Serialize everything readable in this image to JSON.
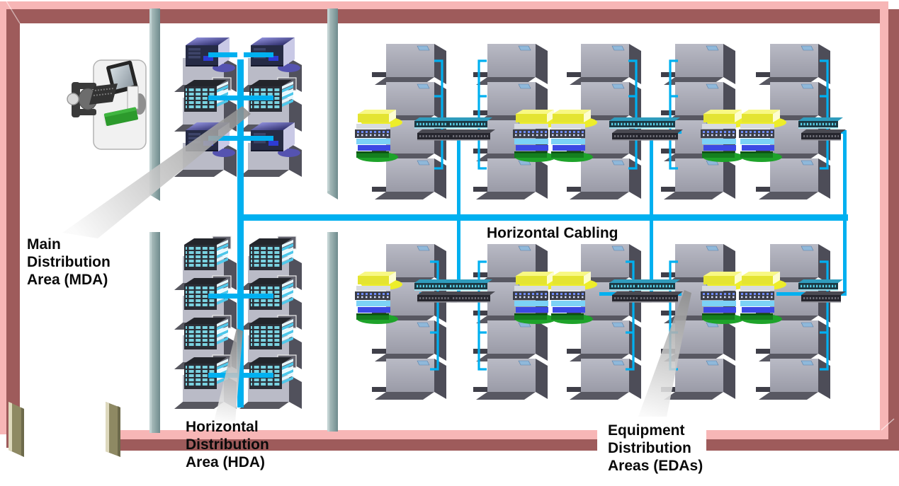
{
  "labels": {
    "mda": [
      "Main",
      "Distribution",
      "Area (MDA)"
    ],
    "hda": [
      "Horizontal",
      "Distribution",
      "Area (HDA)"
    ],
    "eda": [
      "Equipment",
      "Distribution",
      "Areas (EDAs)"
    ],
    "horizontal_cabling": "Horizontal Cabling"
  },
  "areas": [
    {
      "id": "mda",
      "name": "Main Distribution Area (MDA)",
      "racks": 6,
      "rack_types": [
        "server cabinet",
        "patch panel rack"
      ]
    },
    {
      "id": "hda",
      "name": "Horizontal Distribution Area (HDA)",
      "racks": 8,
      "rack_types": [
        "patch panel rack"
      ]
    },
    {
      "id": "eda",
      "name": "Equipment Distribution Areas (EDAs)",
      "groups": 10,
      "cabinets_per_group": 4
    },
    {
      "id": "horizontal_cabling",
      "name": "Horizontal Cabling"
    }
  ],
  "colors": {
    "cable": "#00b0f0",
    "wall_pink": "#f7b6b6",
    "wall_dark": "#9e5b5b",
    "divider_wall": "#7d989a",
    "door": "#8e8963",
    "cabinet_front": "#a8a9b5",
    "cabinet_side": "#4d4d58",
    "server_navy": "#262b45",
    "server_purple_top": "#8a8ae0",
    "patch_stripe": "#7ad2e0",
    "equipment_yellow": "#e4e432",
    "equipment_green": "#157f1f",
    "equipment_blue": "#3c49e4",
    "equipment_light_blue": "#7cd2f6",
    "switch_teal": "#2f9cbd",
    "label_text": "#000000",
    "background": "#ffffff"
  },
  "icons": [
    "workstation-icon",
    "server-rack-icon",
    "patch-panel-rack-icon",
    "equipment-cabinet-icon",
    "switch-icon",
    "equipment-stack-icon",
    "door-icon"
  ]
}
